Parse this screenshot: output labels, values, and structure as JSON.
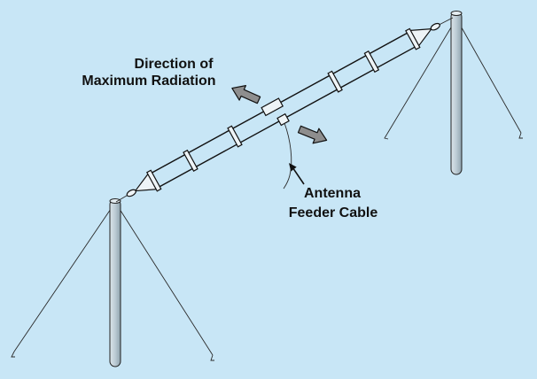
{
  "diagram": {
    "radiation_label": {
      "line1": "Direction of",
      "line2": "Maximum Radiation"
    },
    "feeder_label": {
      "line1": "Antenna",
      "line2": "Feeder Cable"
    }
  },
  "colors": {
    "background": "#c8e6f6",
    "ink": "#111111",
    "arrow_fill": "#8e8e8e"
  }
}
